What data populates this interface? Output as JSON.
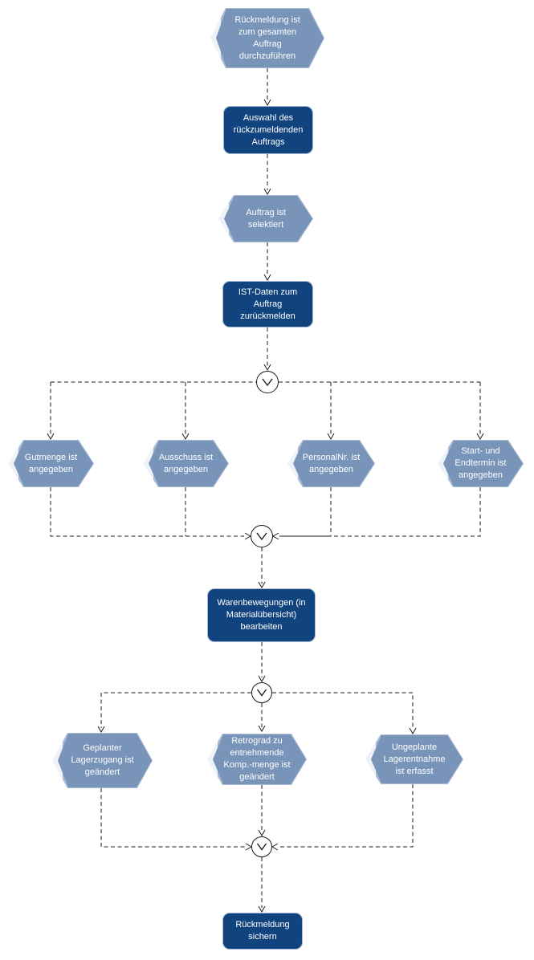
{
  "colors": {
    "event_fill": "#7994B9",
    "function_fill": "#11447F",
    "line": "#1A1A1A"
  },
  "nodes": {
    "ev_start": {
      "type": "event",
      "label": "Rückmeldung ist\nzum gesamten\nAuftrag\ndurchzuführen"
    },
    "fn_auswahl": {
      "type": "function",
      "label": "Auswahl des\nrückzumeldenden\nAuftrags"
    },
    "ev_selektiert": {
      "type": "event",
      "label": "Auftrag ist\nselektiert"
    },
    "fn_istdaten": {
      "type": "function",
      "label": "IST-Daten zum\nAuftrag\nzurückmelden"
    },
    "ev_gutmenge": {
      "type": "event",
      "label": "Gutmenge ist\nangegeben"
    },
    "ev_ausschuss": {
      "type": "event",
      "label": "Ausschuss ist\nangegeben"
    },
    "ev_personalnr": {
      "type": "event",
      "label": "PersonalNr. ist\nangegeben"
    },
    "ev_termin": {
      "type": "event",
      "label": "Start- und\nEndtermin ist\nangegeben"
    },
    "fn_waren": {
      "type": "function",
      "label": "Warenbewegungen (in\nMaterialübersicht)\nbearbeiten"
    },
    "ev_lagerzugang": {
      "type": "event",
      "label": "Geplanter\nLagerzugang ist\ngeändert"
    },
    "ev_retrograd": {
      "type": "event",
      "label": "Retrograd zu\nentnehmende\nKomp.-menge ist\ngeändert"
    },
    "ev_entnahme": {
      "type": "event",
      "label": "Ungeplante\nLagerentnahme\nist erfasst"
    },
    "fn_sichern": {
      "type": "function",
      "label": "Rückmeldung\nsichern"
    }
  },
  "connectors": {
    "type": "OR",
    "symbol": "∨",
    "icon": "logical-or-icon",
    "count": 4
  }
}
